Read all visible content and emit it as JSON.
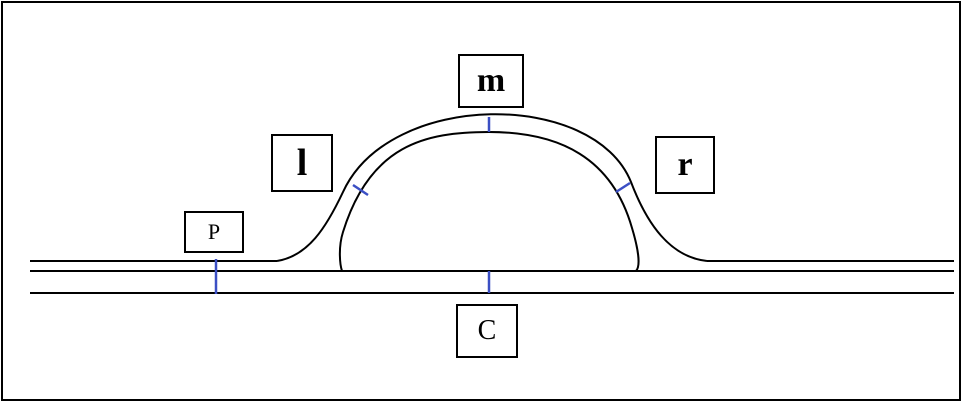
{
  "labels": {
    "m": "m",
    "l": "l",
    "r": "r",
    "p": "P",
    "c": "C"
  },
  "colors": {
    "track": "#000000",
    "marker": "#3b4fc4",
    "background": "#ffffff"
  }
}
